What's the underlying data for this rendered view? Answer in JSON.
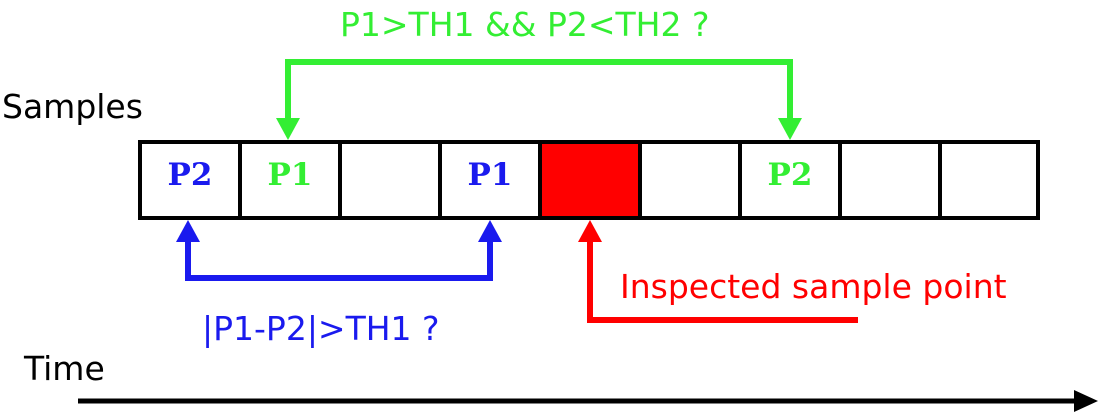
{
  "labels": {
    "top_condition": "P1>TH1 && P2<TH2 ?",
    "samples": "Samples",
    "time": "Time",
    "bottom_condition": "|P1-P2|>TH1 ?",
    "inspected": "Inspected sample point"
  },
  "cells": [
    {
      "text": "P2",
      "color": "blue"
    },
    {
      "text": "P1",
      "color": "green"
    },
    {
      "text": "",
      "color": ""
    },
    {
      "text": "P1",
      "color": "blue"
    },
    {
      "text": "",
      "color": "red-fill"
    },
    {
      "text": "",
      "color": ""
    },
    {
      "text": "P2",
      "color": "green"
    },
    {
      "text": "",
      "color": ""
    },
    {
      "text": "",
      "color": ""
    }
  ],
  "colors": {
    "green": "#33ee33",
    "blue": "#1a1aee",
    "red": "#ff0000",
    "black": "#000000"
  }
}
